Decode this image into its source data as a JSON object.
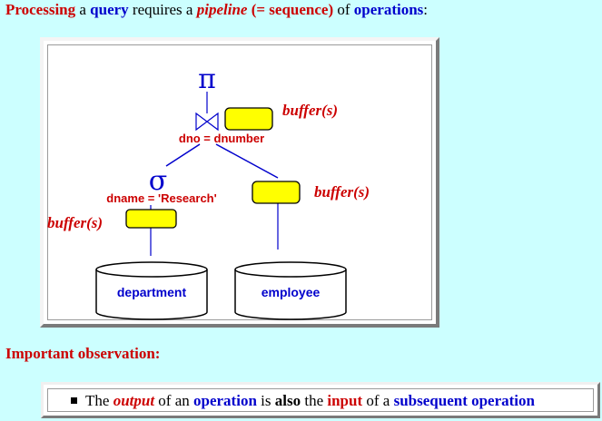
{
  "headline": {
    "w1": "Processing",
    "w2": " a ",
    "w3": "query",
    "w4": " requires a ",
    "w5": "pipeline",
    "w6": " (= sequence)",
    "w7": " of ",
    "w8": "operations",
    "w9": ":"
  },
  "diagram": {
    "pi_symbol": "π",
    "sigma_symbol": "σ",
    "join_condition": "dno = dnumber",
    "select_condition": "dname = 'Research'",
    "buffer_join": "buffer(s)",
    "buffer_employee": "buffer(s)",
    "buffer_department": "buffer(s)",
    "table_department": "department",
    "table_employee": "employee"
  },
  "observation": {
    "heading": "Important observation:",
    "t1": "The ",
    "t2": "output",
    "t3": " of an ",
    "t4": "operation",
    "t5": " is ",
    "t6": "also",
    "t7": " the ",
    "t8": "input",
    "t9": " of a ",
    "t10": "subsequent operation"
  },
  "colors": {
    "background": "#ccffff",
    "red": "#cc0000",
    "blue": "#0000cc",
    "buffer_fill": "#ffff00"
  }
}
